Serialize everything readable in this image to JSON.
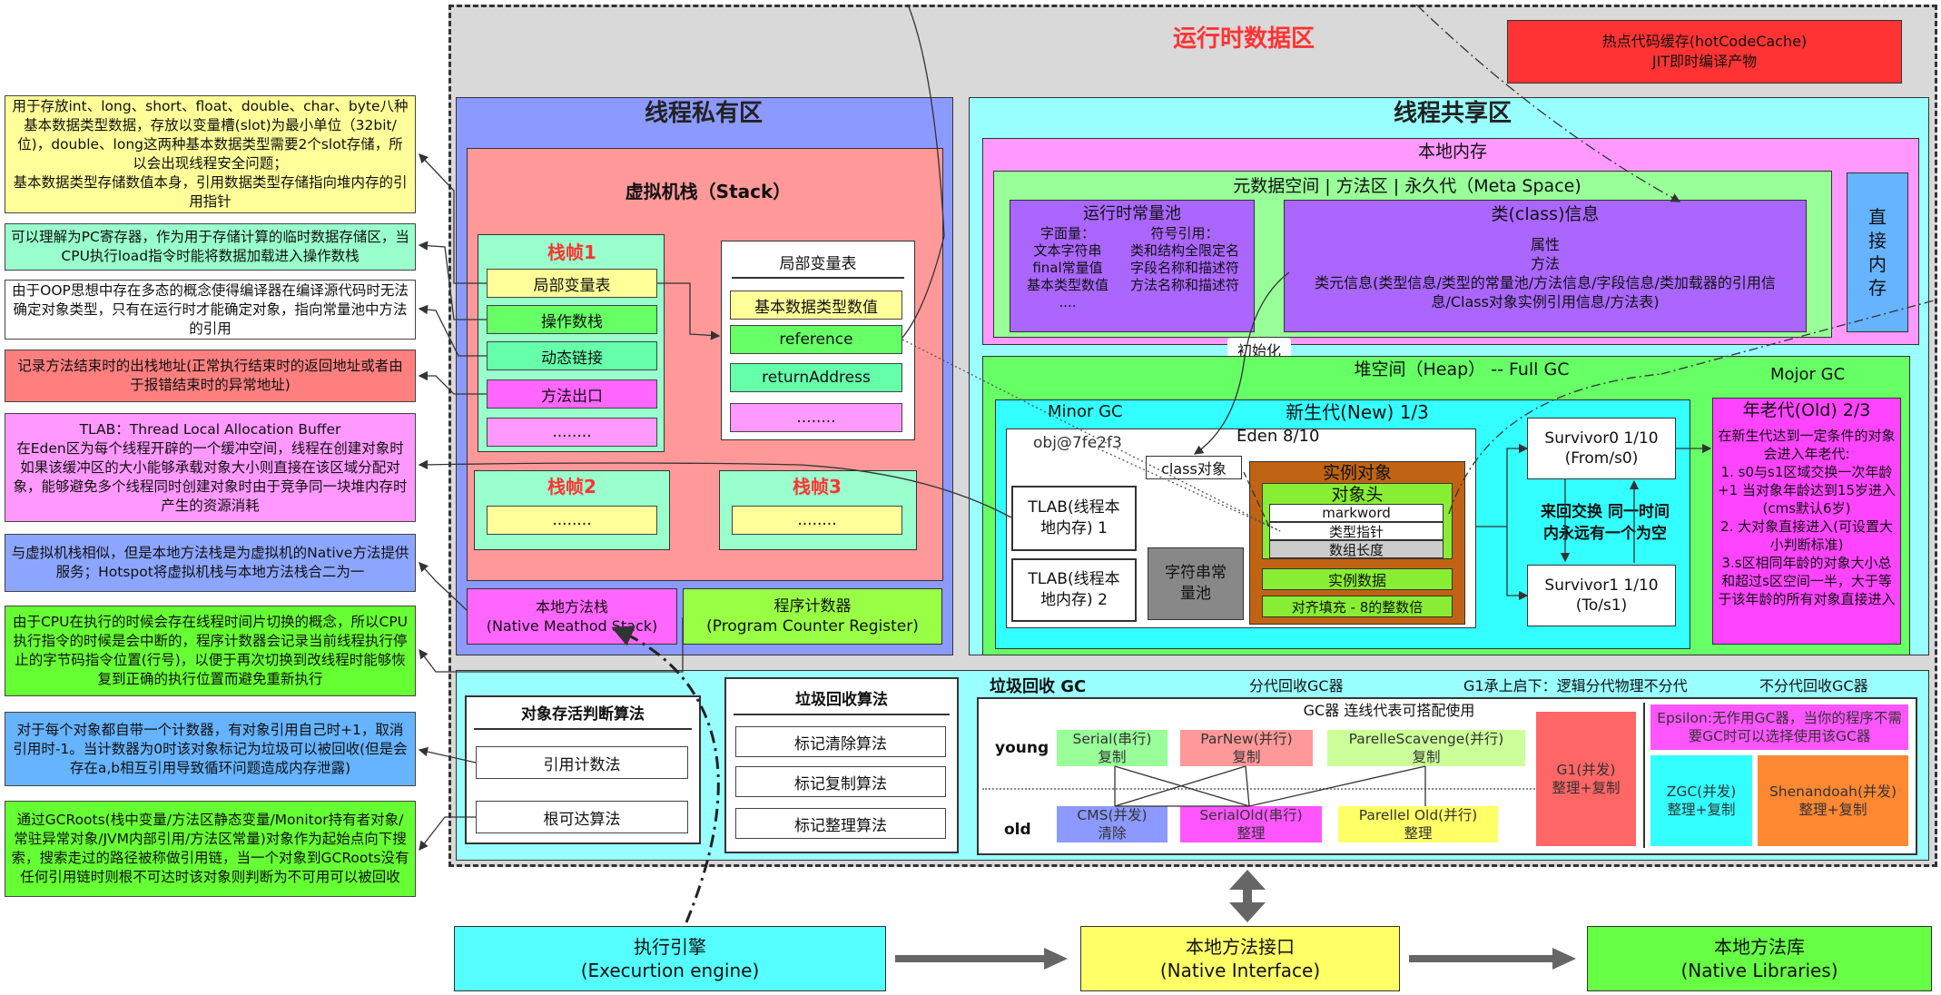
{
  "runtime_area": {
    "title": "运行时数据区"
  },
  "hotcode": {
    "text": "热点代码缓存(hotCodeCache)\nJIT即时编译产物"
  },
  "private_area": {
    "title": "线程私有区",
    "stack_title": "虚拟机栈（Stack）",
    "frame1": {
      "title": "栈帧1",
      "items": [
        "局部变量表",
        "操作数栈",
        "动态链接",
        "方法出口",
        "........"
      ]
    },
    "frame2": {
      "title": "栈帧2",
      "item": "........"
    },
    "frame3": {
      "title": "栈帧3",
      "item": "........"
    },
    "locals": {
      "title": "局部变量表",
      "items": [
        "基本数据类型数值",
        "reference",
        "returnAddress",
        "........"
      ]
    },
    "native_stack": "本地方法栈\n(Native Meathod Stack)",
    "pc": "程序计数器\n(Program Counter Register)"
  },
  "shared_area": {
    "title": "线程共享区",
    "native_mem": "本地内存",
    "meta_title": "元数据空间 | 方法区 | 永久代（Meta Space)",
    "const_pool": {
      "title": "运行时常量池",
      "left": "字面量：\n文本字符串\nfinal常量值\n基本类型数值\n....",
      "right": "符号引用：\n类和结构全限定名\n字段名称和描述符\n方法名称和描述符"
    },
    "class_info": {
      "title": "类(class)信息",
      "body": "属性\n方法\n类元信息(类型信息/类型的常量池/方法信息/字段信息/类加载器的引用信息/Class对象实例引用信息/方法表)"
    },
    "direct_mem": "直\n接\n内\n存",
    "init_label": "初始化",
    "heap_title": "堆空间（Heap） -- Full GC",
    "major_gc": "Mojor GC",
    "minor_gc": "Minor GC",
    "young_title": "新生代(New)  1/3",
    "obj_ref": "obj@7fe2f3",
    "eden": "Eden  8/10",
    "class_obj": "class对象",
    "tlab1": "TLAB(线程本\n地内存) 1",
    "tlab2": "TLAB(线程本\n地内存) 2",
    "string_pool": "字符串常\n量池",
    "instance": {
      "title": "实例对象",
      "header": "对象头",
      "fields": [
        "markword",
        "类型指针",
        "数组长度"
      ],
      "data": "实例数据",
      "padding": "对齐填充 - 8的整数倍"
    },
    "survivor0": "Survivor0   1/10\n(From/s0)",
    "survivor1": "Survivor1   1/10\n(To/s1)",
    "swap_text": "来回交换 同一时间\n内永远有一个为空",
    "old_title": "年老代(Old)  2/3",
    "old_body": "在新生代达到一定条件的对象会进入年老代:\n1. s0与s1区域交换一次年龄+1 当对象年龄达到15岁进入(cms默认6岁)\n2. 大对象直接进入(可设置大小判断标准)\n3.s区相同年龄的对象大小总和超过s区空间一半，大于等于该年龄的所有对象直接进入"
  },
  "gc_area": {
    "alive_title": "对象存活判断算法",
    "alive_items": [
      "引用计数法",
      "根可达算法"
    ],
    "algo_title": "垃圾回收算法",
    "algo_items": [
      "标记清除算法",
      "标记复制算法",
      "标记整理算法"
    ],
    "gc_title": "垃圾回收 GC",
    "gen_title": "分代回收GC器",
    "g1_title": "G1承上启下：逻辑分代物理不分代",
    "nogen_title": "不分代回收GC器",
    "combo_title": "GC器  连线代表可搭配使用",
    "young": "young",
    "old": "old",
    "serial": "Serial(串行)\n复制",
    "parnew": "ParNew(并行)\n复制",
    "parscav": "ParelleScavenge(并行)\n复制",
    "cms": "CMS(并发)\n清除",
    "serialold": "SerialOld(串行)\n整理",
    "parold": "Parellel Old(并行)\n整理",
    "g1": "G1(并发)\n整理+复制",
    "epsilon": "Epsilon:无作用GC器，当你的程序不需要GC时可以选择使用该GC器",
    "zgc": "ZGC(并发)\n整理+复制",
    "shenandoah": "Shenandoah(并发)\n整理+复制"
  },
  "bottom": {
    "engine": "执行引擎\n(Execurtion engine)",
    "native_if": "本地方法接口\n(Native Interface)",
    "native_lib": "本地方法库\n(Native Libraries)"
  },
  "notes": [
    "用于存放int、long、short、float、double、char、byte八种基本数据类型数据，存放以变量槽(slot)为最小单位（32bit/位)，double、long这两种基本数据类型需要2个slot存储，所以会出现线程安全问题；\n基本数据类型存储数值本身，引用数据类型存储指向堆内存的引用指针",
    "可以理解为PC寄存器，作为用于存储计算的临时数据存储区，当CPU执行load指令时能将数据加载进入操作数栈",
    "由于OOP思想中存在多态的概念使得编译器在编译源代码时无法确定对象类型，只有在运行时才能确定对象，指向常量池中方法的引用",
    "记录方法结束时的出栈地址(正常执行结束时的返回地址或者由于报错结束时的异常地址)",
    "TLAB：Thread Local Allocation Buffer\n在Eden区为每个线程开辟的一个缓冲空间，线程在创建对象时如果该缓冲区的大小能够承载对象大小则直接在该区域分配对象，能够避免多个线程同时创建对象时由于竞争同一块堆内存时产生的资源消耗",
    "与虚拟机栈相似，但是本地方法栈是为虚拟机的Native方法提供服务；Hotspot将虚拟机栈与本地方法栈合二为一",
    "由于CPU在执行的时候会存在线程时间片切换的概念，所以CPU执行指令的时候是会中断的，程序计数器会记录当前线程执行停止的字节码指令位置(行号)，以便于再次切换到改线程时能够恢复到正确的执行位置而避免重新执行",
    "对于每个对象都自带一个计数器，有对象引用自己时+1，取消引用时-1。当计数器为0时该对象标记为垃圾可以被回收(但是会存在a,b相互引用导致循环问题造成内存泄露)",
    "通过GCRoots(栈中变量/方法区静态变量/Monitor持有者对象/常驻异常对象/JVM内部引用/方法区常量)对象作为起始点向下搜索，搜索走过的路径被称做引用链，当一个对象到GCRoots没有任何引用链时则根不可达时该对象则判断为不可用可以被回收"
  ],
  "colors": {
    "note_yellow": "#ffff99",
    "note_green": "#99ffcc",
    "note_red": "#ff7f7f",
    "note_pink": "#ff99ff",
    "note_blue": "#8ca6ff",
    "note_lime": "#66ff33",
    "note_sky": "#66b3ff",
    "stack_red": "#ff9999",
    "cyan": "#99ffff",
    "heap_green": "#66ff66",
    "purple": "#aa66ff"
  }
}
